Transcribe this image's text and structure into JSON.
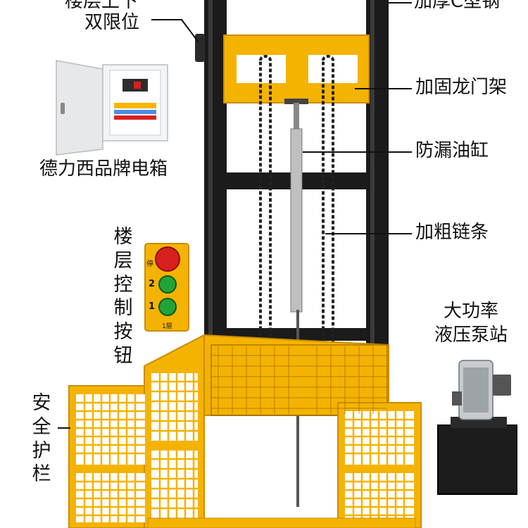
{
  "labels": {
    "floor_limit_line1": "楼层上下",
    "floor_limit_line2": "双限位",
    "c_steel": "加厚C型钢",
    "gantry": "加固龙门架",
    "cylinder": "防漏油缸",
    "chain": "加粗链条",
    "electric_box": "德力西品牌电箱",
    "control_buttons": [
      "楼",
      "层",
      "控",
      "制",
      "按",
      "钮"
    ],
    "hydraulic_line1": "大功率",
    "hydraulic_line2": "液压泵站",
    "guardrail": [
      "安",
      "全",
      "护",
      "栏"
    ]
  },
  "control_panel": {
    "button_labels": [
      "停",
      "2",
      "1"
    ],
    "bottom_label": "1层"
  },
  "colors": {
    "frame_yellow": "#f5b301",
    "column_black": "#1b1b1b",
    "cabinet_gray": "#e6e8ea",
    "stop_red": "#d8201e",
    "go_green": "#22a33a"
  }
}
